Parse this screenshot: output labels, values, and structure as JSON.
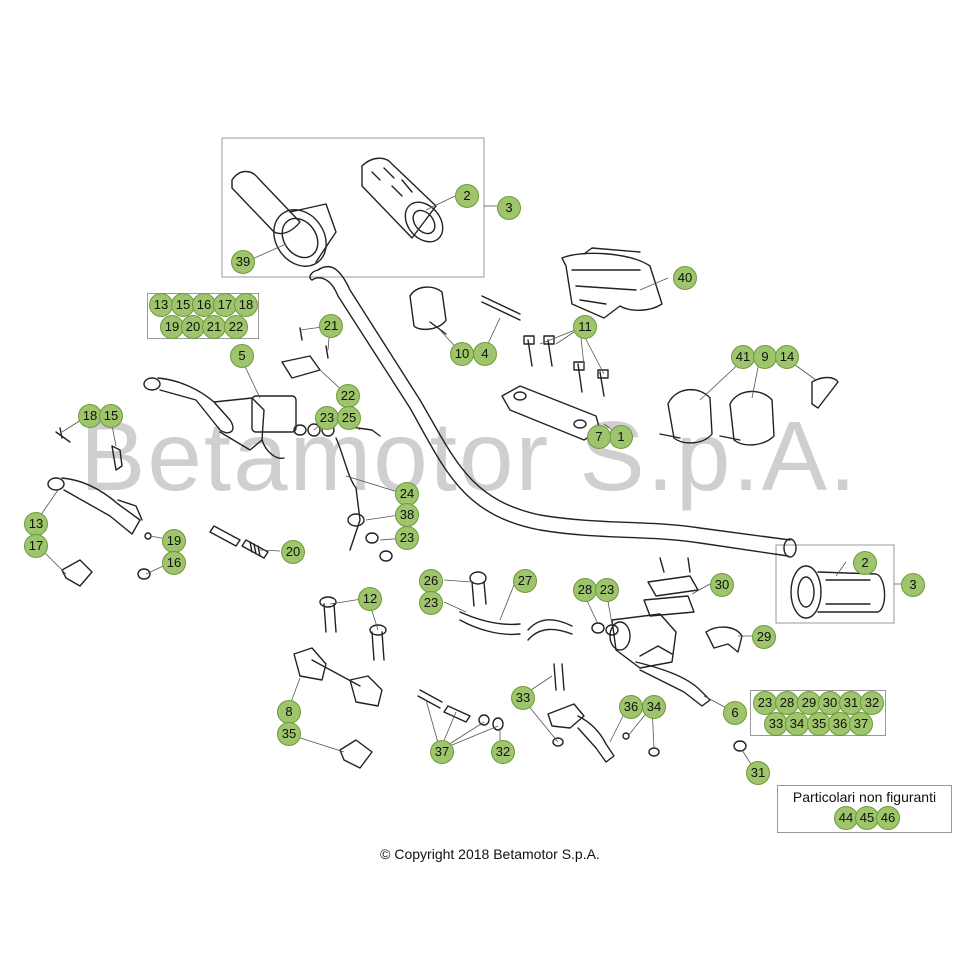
{
  "watermark": "Betamotor S.p.A.",
  "copyright": "© Copyright 2018 Betamotor S.p.A.",
  "not_shown_panel": {
    "title": "Particolari non figuranti",
    "items": [
      "44",
      "45",
      "46"
    ]
  },
  "callouts": {
    "c1": "1",
    "c2a": "2",
    "c2b": "2",
    "c3a": "3",
    "c3b": "3",
    "c4": "4",
    "c5": "5",
    "c6": "6",
    "c7": "7",
    "c8": "8",
    "c9": "9",
    "c10": "10",
    "c11": "11",
    "c12": "12",
    "c13": "13",
    "c14": "14",
    "c15": "15",
    "c16": "16",
    "c17": "17",
    "c18": "18",
    "c19": "19",
    "c20": "20",
    "c21": "21",
    "c22": "22",
    "c23a": "23",
    "c23b": "23",
    "c23c": "23",
    "c23d": "23",
    "c24": "24",
    "c25": "25",
    "c26": "26",
    "c27": "27",
    "c28": "28",
    "c29": "29",
    "c30": "30",
    "c31": "31",
    "c32": "32",
    "c33": "33",
    "c34": "34",
    "c35": "35",
    "c36": "36",
    "c37": "37",
    "c38": "38",
    "c39": "39",
    "c40": "40",
    "c41": "41"
  },
  "kit_left": {
    "row1": [
      "13",
      "15",
      "16",
      "17",
      "18"
    ],
    "row2": [
      "19",
      "20",
      "21",
      "22"
    ]
  },
  "kit_right": {
    "row1": [
      "23",
      "28",
      "29",
      "30",
      "31",
      "32"
    ],
    "row2": [
      "33",
      "34",
      "35",
      "36",
      "37"
    ]
  }
}
